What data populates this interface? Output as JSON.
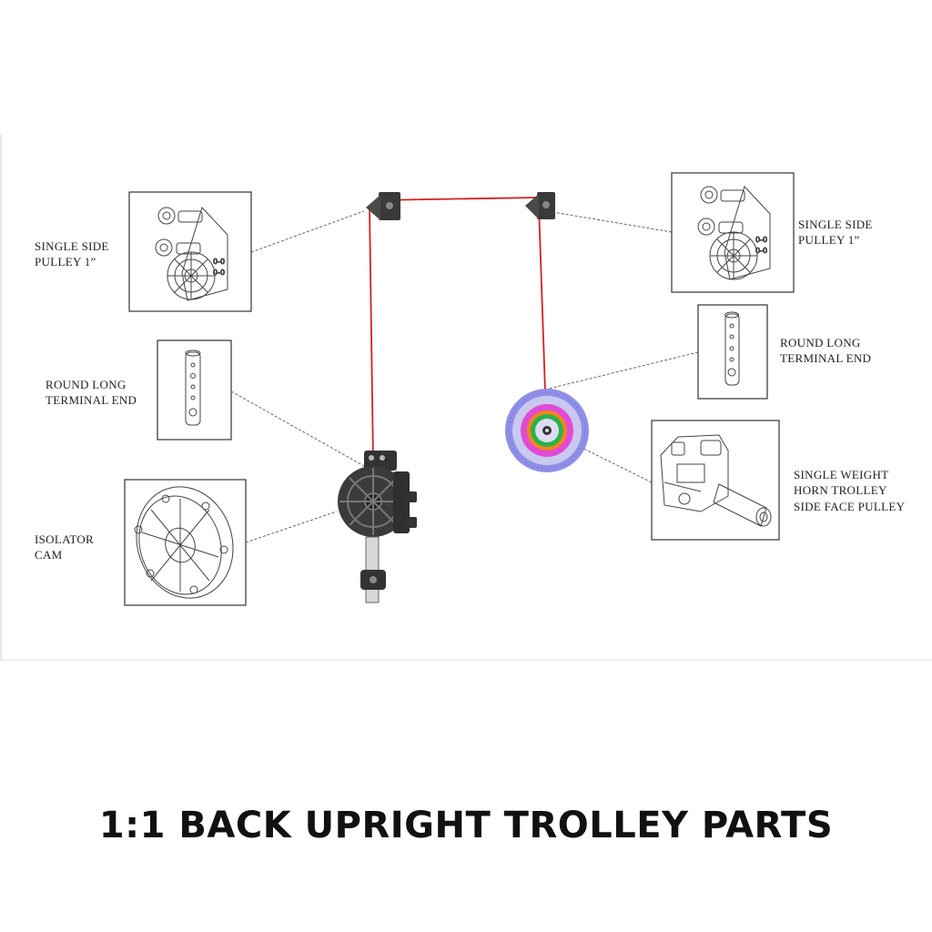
{
  "title": "1:1 BACK UPRIGHT TROLLEY PARTS",
  "labels": {
    "left_pulley_1": "SINGLE SIDE",
    "left_pulley_2": "PULLEY 1”",
    "left_terminal_1": "ROUND LONG",
    "left_terminal_2": "TERMINAL END",
    "isolator_1": "ISOLATOR",
    "isolator_2": "CAM",
    "right_pulley_1": "SINGLE SIDE",
    "right_pulley_2": "PULLEY 1”",
    "right_terminal_1": "ROUND LONG",
    "right_terminal_2": "TERMINAL END",
    "trolley_1": "SINGLE WEIGHT",
    "trolley_2": "HORN TROLLEY",
    "trolley_3": "SIDE FACE PULLEY"
  },
  "colors": {
    "cable": "#d62020",
    "wheel_outer": "#8f8fe8",
    "wheel_magenta": "#e04bd6",
    "wheel_green": "#29b34a",
    "wheel_orange": "#f0861a",
    "wheel_inner": "#c9c9ef"
  }
}
